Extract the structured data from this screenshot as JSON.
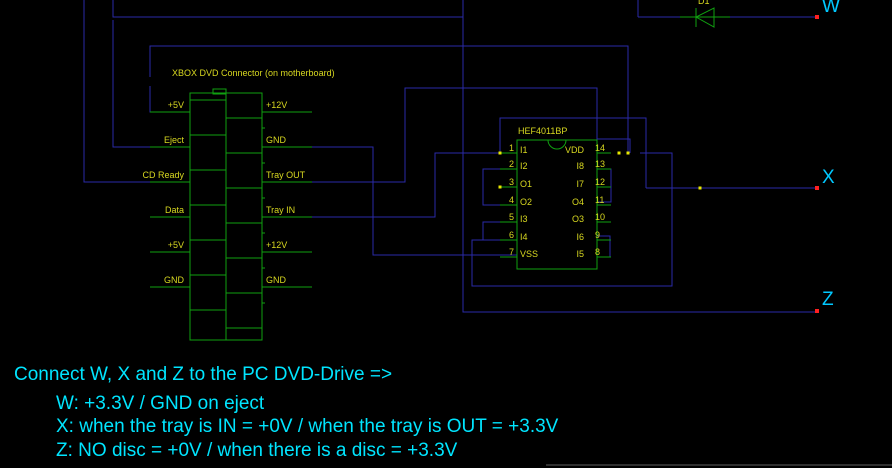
{
  "colors": {
    "wire": "#2a2aa8",
    "component": "#10a010",
    "label": "#d8d820",
    "port": "#00c8ff",
    "port_marker": "#ff2020",
    "junction": "#e8e800",
    "note_text": "#00e5ff"
  },
  "connector": {
    "title": "XBOX DVD Connector  (on motherboard)",
    "left_pins": [
      "+5V",
      "Eject",
      "CD Ready",
      "Data",
      "+5V",
      "GND"
    ],
    "right_pins": [
      "+12V",
      "GND",
      "Tray OUT",
      "Tray IN",
      "+12V",
      "GND"
    ]
  },
  "ic": {
    "name": "HEF4011BP",
    "left_pins": [
      {
        "num": "1",
        "name": "I1"
      },
      {
        "num": "2",
        "name": "I2"
      },
      {
        "num": "3",
        "name": "O1"
      },
      {
        "num": "4",
        "name": "O2"
      },
      {
        "num": "5",
        "name": "I3"
      },
      {
        "num": "6",
        "name": "I4"
      },
      {
        "num": "7",
        "name": "VSS"
      }
    ],
    "right_pins": [
      {
        "num": "14",
        "name": "VDD"
      },
      {
        "num": "13",
        "name": "I8"
      },
      {
        "num": "12",
        "name": "I7"
      },
      {
        "num": "11",
        "name": "O4"
      },
      {
        "num": "10",
        "name": "O3"
      },
      {
        "num": "9",
        "name": "I6"
      },
      {
        "num": "8",
        "name": "I5"
      }
    ]
  },
  "diode": {
    "label": "D1"
  },
  "ports": {
    "w": "W",
    "x": "X",
    "z": "Z"
  },
  "notes": {
    "main": "Connect W, X and Z to the PC DVD-Drive =>",
    "line1": "W: +3.3V / GND on eject",
    "line2": "X:  when the tray is IN = +0V / when the tray is OUT = +3.3V",
    "line3": "Z:  NO disc = +0V / when there is a disc = +3.3V"
  }
}
